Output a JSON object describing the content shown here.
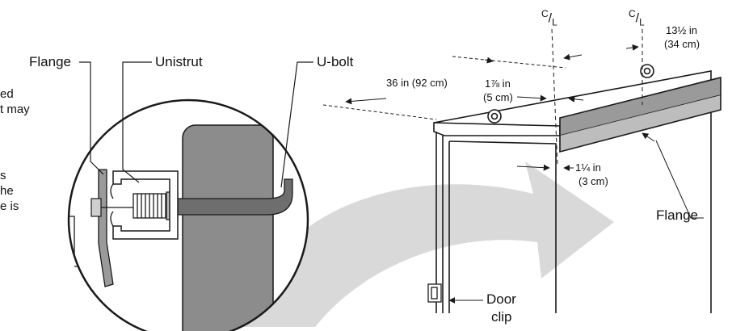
{
  "callouts": {
    "flange_left": "Flange",
    "unistrut": "Unistrut",
    "ubolt": "U-bolt",
    "flange_right": "Flange",
    "door_clip_line1": "Door",
    "door_clip_line2": "clip"
  },
  "clipped_text": [
    "ed",
    "t may",
    "s",
    "he",
    "e is"
  ],
  "centerlines": {
    "c": "C",
    "l": "L"
  },
  "dimensions": {
    "depth": "36 in (92 cm)",
    "offset_top_l1": "1⅞ in",
    "offset_top_l2": "(5 cm)",
    "spacing_l1": "13½ in",
    "spacing_l2": "(34 cm)",
    "offset_bottom_l1": "1¼ in",
    "offset_bottom_l2": "(3 cm)"
  },
  "colors": {
    "line": "#1a1a1a",
    "ubolt": "#6e6e6e",
    "pole": "#8c8c8c",
    "flange_plate": "#9a9a9a",
    "arrow_fill": "#d9d9d9"
  }
}
